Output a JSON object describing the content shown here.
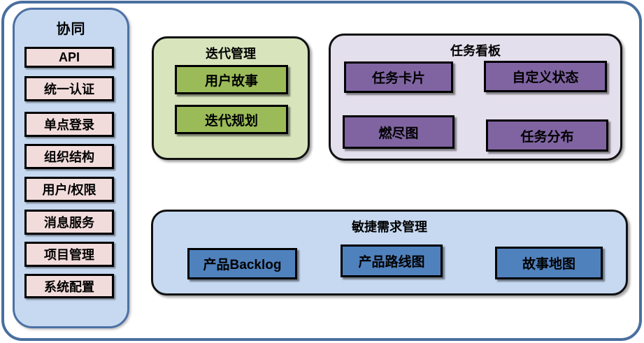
{
  "palette": {
    "frame_border": "#4a6f9f",
    "sidebar_bg": "#c6d9f1",
    "sidebar_border": "#4d71a3",
    "sidebar_item_bg": "#f2dcdb",
    "iteration_panel_bg": "#d7e4bc",
    "iteration_item_bg": "#9bbb59",
    "kanban_panel_bg": "#e4dfec",
    "kanban_item_bg": "#8064a2",
    "requirements_panel_bg": "#c6d9f1",
    "requirements_item_bg": "#4f81bd",
    "item_border": "#000000",
    "text_color": "#000000"
  },
  "sidebar": {
    "title": "协同",
    "items": [
      {
        "label": "API"
      },
      {
        "label": "统一认证"
      },
      {
        "label": "单点登录"
      },
      {
        "label": "组织结构"
      },
      {
        "label": "用户/权限"
      },
      {
        "label": "消息服务"
      },
      {
        "label": "项目管理"
      },
      {
        "label": "系统配置"
      }
    ]
  },
  "panels": {
    "iteration": {
      "title": "迭代管理",
      "items": [
        "用户故事",
        "迭代规划"
      ]
    },
    "kanban": {
      "title": "任务看板",
      "items": [
        "任务卡片",
        "自定义状态",
        "燃尽图",
        "任务分布"
      ]
    },
    "requirements": {
      "title": "敏捷需求管理",
      "items": [
        "产品Backlog",
        "产品路线图",
        "故事地图"
      ]
    }
  }
}
